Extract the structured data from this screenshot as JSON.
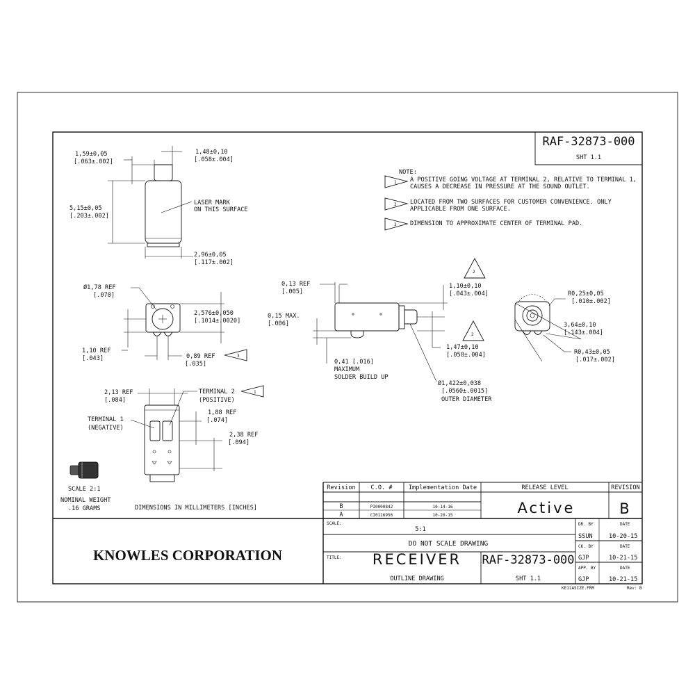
{
  "title_block": {
    "doc_number": "RAF-32873-000",
    "sheet": "SHT 1.1",
    "company": "KNOWLES CORPORATION",
    "revision_table": {
      "headers": [
        "Revision",
        "C.O. #",
        "Implementation Date"
      ],
      "rows": [
        {
          "rev": "B",
          "co": "PI0000842",
          "date": "10-14-16"
        },
        {
          "rev": "A",
          "co": "CI0116956",
          "date": "10-20-15"
        }
      ]
    },
    "release_level_label": "RELEASE LEVEL",
    "release_level": "Active",
    "revision_label": "REVISION",
    "revision": "B",
    "scale_label": "SCALE:",
    "scale": "5:1",
    "no_scale": "DO NOT SCALE DRAWING",
    "title_label": "TITLE:",
    "title": "RECEIVER",
    "subtitle": "OUTLINE DRAWING",
    "doc_number_2": "RAF-32873-000",
    "sheet_2": "SHT 1.1",
    "dr_by_label": "DR. BY",
    "ck_by_label": "CK. BY",
    "app_by_label": "APP. BY",
    "date_label": "DATE",
    "dr_by": "SSUN",
    "dr_date": "10-20-15",
    "ck_by": "GJP",
    "ck_date": "10-21-15",
    "app_by": "GJP",
    "app_date": "10-21-15",
    "template_file": "KE11ASIZE.FRM",
    "template_rev": "Rev: B"
  },
  "notes": {
    "header": "NOTE:",
    "n1_line1": "A POSITIVE GOING VOLTAGE AT TERMINAL 2, RELATIVE TO TERMINAL 1,",
    "n1_line2": "CAUSES A DECREASE IN PRESSURE AT THE SOUND OUTLET.",
    "n2_line1": "LOCATED FROM TWO SURFACES FOR CUSTOMER CONVENIENCE. ONLY",
    "n2_line2": "APPLICABLE FROM ONE SURFACE.",
    "n3_line1": "DIMENSION TO APPROXIMATE CENTER OF TERMINAL PAD.",
    "flag1": "1",
    "flag2": "2",
    "flag3": "3"
  },
  "dims": {
    "d_159": "1,59±0,05",
    "d_159_in": "[.063±.002]",
    "d_148": "1,48±0,10",
    "d_148_in": "[.058±.004]",
    "d_515": "5,15±0,05",
    "d_515_in": "[.203±.002]",
    "laser1": "LASER MARK",
    "laser2": "ON THIS SURFACE",
    "d_296": "2,96±0,05",
    "d_296_in": "[.117±.002]",
    "d_178": "Ø1,78  REF",
    "d_178_in": "[.070]",
    "d_2576": "2,576±0,050",
    "d_2576_in": "[.1014±.0020]",
    "d_110ref": "1,10  REF",
    "d_110ref_in": "[.043]",
    "d_089": "0,89  REF",
    "d_089_in": "[.035]",
    "d_013": "0,13  REF",
    "d_013_in": "[.005]",
    "d_015": "0,15   MAX.",
    "d_015_in": "[.006]",
    "d_110": "1,10±0,10",
    "d_110_in": "[.043±.004]",
    "d_147": "1,47±0,10",
    "d_147_in": "[.058±.004]",
    "d_041": "0,41 [.016]",
    "d_041_2": "MAXIMUM",
    "d_041_3": "SOLDER BUILD UP",
    "d_1422": "Ø1,422±0,038",
    "d_1422_in": "[.0560±.0015]",
    "d_1422_3": "OUTER DIAMETER",
    "d_r025": "R0,25±0,05",
    "d_r025_in": "[.010±.002]",
    "d_364": "3,64±0,10",
    "d_364_in": "[.143±.004]",
    "d_r043": "R0,43±0,05",
    "d_r043_in": "[.017±.002]",
    "d_213": "2,13  REF",
    "d_213_in": "[.084]",
    "term2": "TERMINAL 2",
    "term2_b": "(POSITIVE)",
    "term1": "TERMINAL 1",
    "term1_b": "(NEGATIVE)",
    "d_188": "1,88  REF",
    "d_188_in": "[.074]",
    "d_238": "2,38  REF",
    "d_238_in": "[.094]",
    "scale_small": "SCALE  2:1",
    "weight1": "NOMINAL WEIGHT",
    "weight2": ".16 GRAMS",
    "units": "DIMENSIONS IN MILLIMETERS [INCHES]"
  }
}
